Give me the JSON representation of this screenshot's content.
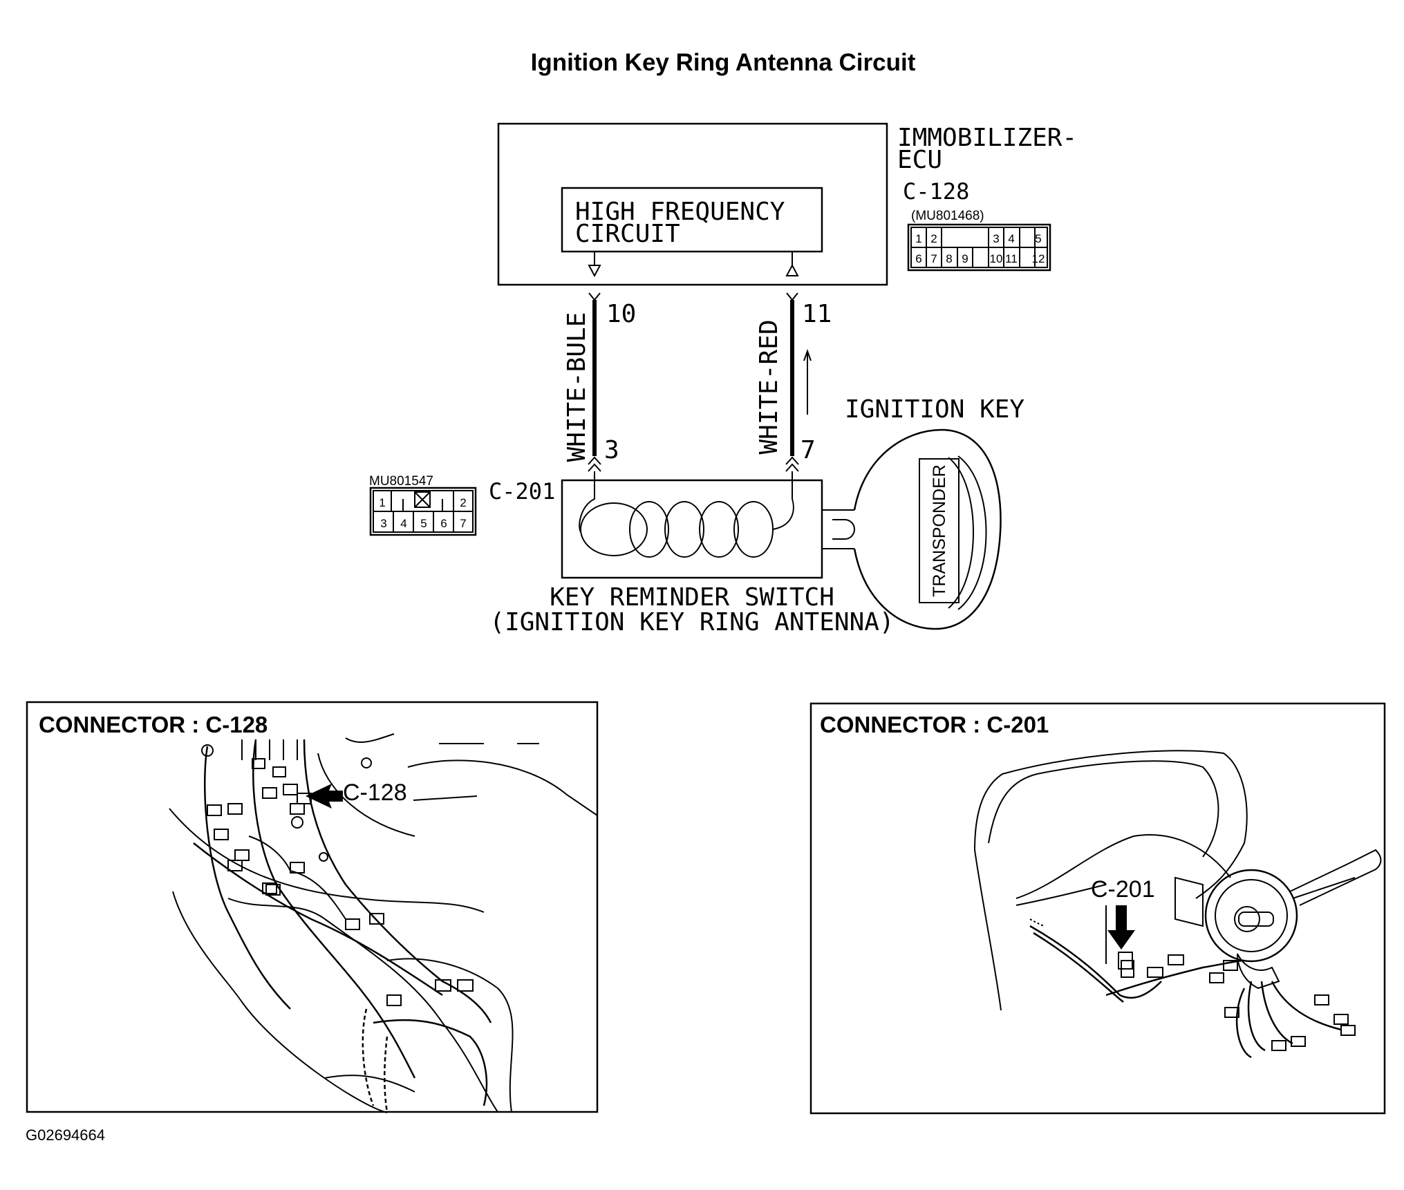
{
  "title": "Ignition Key Ring Antenna Circuit",
  "ecu": {
    "label_line1": "IMMOBILIZER-",
    "label_line2": "ECU",
    "connector_id": "C-128",
    "part_number": "(MU801468)",
    "pins_row1": [
      "1",
      "2",
      "",
      "3",
      "4",
      "5"
    ],
    "pins_row2": [
      "6",
      "7",
      "8",
      "9",
      "10",
      "11",
      "12"
    ],
    "inner_line1": "HIGH FREQUENCY",
    "inner_line2": "CIRCUIT"
  },
  "wires": [
    {
      "color": "WHITE-BULE",
      "ecu_pin": "10",
      "switch_pin": "3"
    },
    {
      "color": "WHITE-RED",
      "ecu_pin": "11",
      "switch_pin": "7"
    }
  ],
  "switch": {
    "connector_id": "C-201",
    "part_number": "MU801547",
    "pins_row1": [
      "1",
      "2"
    ],
    "pins_row2": [
      "3",
      "4",
      "5",
      "6",
      "7"
    ],
    "label_line1": "KEY REMINDER SWITCH",
    "label_line2": "(IGNITION KEY RING ANTENNA)"
  },
  "key": {
    "label": "IGNITION KEY",
    "transponder": "TRANSPONDER"
  },
  "panels": [
    {
      "title": "CONNECTOR : C-128",
      "callout": "C-128"
    },
    {
      "title": "CONNECTOR : C-201",
      "callout": "C-201"
    }
  ],
  "figure_id": "G02694664"
}
